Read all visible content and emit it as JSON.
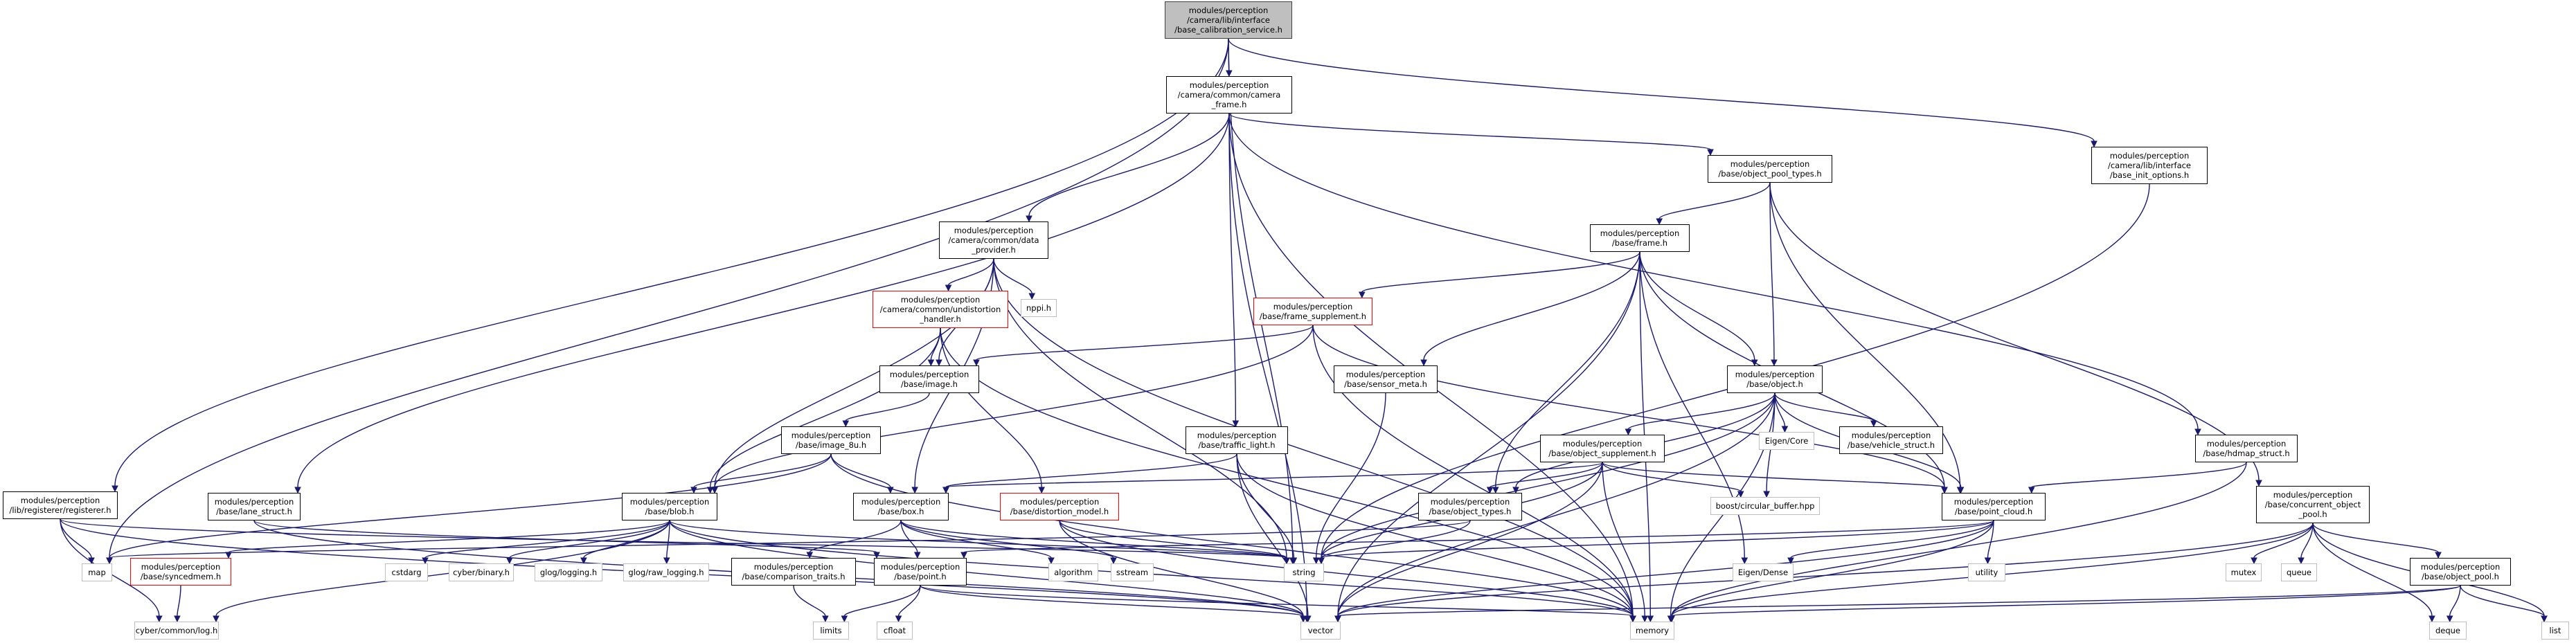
{
  "diagram": {
    "type": "include-dependency-graph",
    "colors": {
      "edge": "#191970",
      "root_fill": "#bfbfbf",
      "documented_border": "#000000",
      "missing_doc_border": "#ff0000",
      "external_border": "#bfbfbf"
    },
    "nodes": {
      "root": {
        "lines": [
          "modules/perception",
          "/camera/lib/interface",
          "/base_calibration_service.h"
        ]
      },
      "camera_frame": {
        "lines": [
          "modules/perception",
          "/camera/common/camera",
          "_frame.h"
        ]
      },
      "object_pool_types": {
        "lines": [
          "modules/perception",
          "/base/object_pool_types.h"
        ]
      },
      "base_init_options": {
        "lines": [
          "modules/perception",
          "/camera/lib/interface",
          "/base_init_options.h"
        ]
      },
      "data_provider": {
        "lines": [
          "modules/perception",
          "/camera/common/data",
          "_provider.h"
        ]
      },
      "npp": {
        "lines": [
          "nppi.h"
        ]
      },
      "undistortion": {
        "lines": [
          "modules/perception",
          "/camera/common/undistortion",
          "_handler.h"
        ]
      },
      "frame": {
        "lines": [
          "modules/perception",
          "/base/frame.h"
        ]
      },
      "frame_supplement": {
        "lines": [
          "modules/perception",
          "/base/frame_supplement.h"
        ]
      },
      "image": {
        "lines": [
          "modules/perception",
          "/base/image.h"
        ]
      },
      "sensor_meta": {
        "lines": [
          "modules/perception",
          "/base/sensor_meta.h"
        ]
      },
      "object": {
        "lines": [
          "modules/perception",
          "/base/object.h"
        ]
      },
      "image_8u": {
        "lines": [
          "modules/perception",
          "/base/image_8u.h"
        ]
      },
      "traffic_light": {
        "lines": [
          "modules/perception",
          "/base/traffic_light.h"
        ]
      },
      "eigen_core": {
        "lines": [
          "Eigen/Core"
        ]
      },
      "vehicle_struct": {
        "lines": [
          "modules/perception",
          "/base/vehicle_struct.h"
        ]
      },
      "object_supplement": {
        "lines": [
          "modules/perception",
          "/base/object_supplement.h"
        ]
      },
      "hdmap_struct": {
        "lines": [
          "modules/perception",
          "/base/hdmap_struct.h"
        ]
      },
      "registerer": {
        "lines": [
          "modules/perception",
          "/lib/registerer/registerer.h"
        ]
      },
      "lane_struct": {
        "lines": [
          "modules/perception",
          "/base/lane_struct.h"
        ]
      },
      "blob": {
        "lines": [
          "modules/perception",
          "/base/blob.h"
        ]
      },
      "box": {
        "lines": [
          "modules/perception",
          "/base/box.h"
        ]
      },
      "distortion_model": {
        "lines": [
          "modules/perception",
          "/base/distortion_model.h"
        ]
      },
      "object_types": {
        "lines": [
          "modules/perception",
          "/base/object_types.h"
        ]
      },
      "circular_buffer": {
        "lines": [
          "boost/circular_buffer.hpp"
        ]
      },
      "point_cloud": {
        "lines": [
          "modules/perception",
          "/base/point_cloud.h"
        ]
      },
      "concurrent_pool": {
        "lines": [
          "modules/perception",
          "/base/concurrent_object",
          "_pool.h"
        ]
      },
      "map": {
        "lines": [
          "map"
        ]
      },
      "syncedmem": {
        "lines": [
          "modules/perception",
          "/base/syncedmem.h"
        ]
      },
      "cstdarg": {
        "lines": [
          "cstdarg"
        ]
      },
      "cyber_binary": {
        "lines": [
          "cyber/binary.h"
        ]
      },
      "glog_logging": {
        "lines": [
          "glog/logging.h"
        ]
      },
      "glog_raw": {
        "lines": [
          "glog/raw_logging.h"
        ]
      },
      "comparison_traits": {
        "lines": [
          "modules/perception",
          "/base/comparison_traits.h"
        ]
      },
      "point": {
        "lines": [
          "modules/perception",
          "/base/point.h"
        ]
      },
      "algorithm": {
        "lines": [
          "algorithm"
        ]
      },
      "sstream": {
        "lines": [
          "sstream"
        ]
      },
      "string": {
        "lines": [
          "string"
        ]
      },
      "eigen_dense": {
        "lines": [
          "Eigen/Dense"
        ]
      },
      "utility": {
        "lines": [
          "utility"
        ]
      },
      "mutex": {
        "lines": [
          "mutex"
        ]
      },
      "queue": {
        "lines": [
          "queue"
        ]
      },
      "object_pool": {
        "lines": [
          "modules/perception",
          "/base/object_pool.h"
        ]
      },
      "cyber_log": {
        "lines": [
          "cyber/common/log.h"
        ]
      },
      "limits": {
        "lines": [
          "limits"
        ]
      },
      "cfloat": {
        "lines": [
          "cfloat"
        ]
      },
      "vector": {
        "lines": [
          "vector"
        ]
      },
      "memory": {
        "lines": [
          "memory"
        ]
      },
      "deque": {
        "lines": [
          "deque"
        ]
      },
      "list": {
        "lines": [
          "list"
        ]
      }
    },
    "edges": [
      [
        "root",
        "camera_frame"
      ],
      [
        "root",
        "registerer"
      ],
      [
        "root",
        "map"
      ],
      [
        "root",
        "base_init_options"
      ],
      [
        "root",
        "string"
      ],
      [
        "camera_frame",
        "data_provider"
      ],
      [
        "camera_frame",
        "object_pool_types"
      ],
      [
        "camera_frame",
        "traffic_light"
      ],
      [
        "camera_frame",
        "lane_struct"
      ],
      [
        "camera_frame",
        "hdmap_struct"
      ],
      [
        "camera_frame",
        "vector"
      ],
      [
        "camera_frame",
        "memory"
      ],
      [
        "object_pool_types",
        "frame"
      ],
      [
        "object_pool_types",
        "object"
      ],
      [
        "object_pool_types",
        "point_cloud"
      ],
      [
        "object_pool_types",
        "concurrent_pool"
      ],
      [
        "base_init_options",
        "string"
      ],
      [
        "data_provider",
        "npp"
      ],
      [
        "data_provider",
        "undistortion"
      ],
      [
        "data_provider",
        "image"
      ],
      [
        "data_provider",
        "blob"
      ],
      [
        "data_provider",
        "box"
      ],
      [
        "data_provider",
        "string"
      ],
      [
        "data_provider",
        "memory"
      ],
      [
        "undistortion",
        "image"
      ],
      [
        "undistortion",
        "blob"
      ],
      [
        "undistortion",
        "distortion_model"
      ],
      [
        "undistortion",
        "memory"
      ],
      [
        "frame",
        "frame_supplement"
      ],
      [
        "frame",
        "sensor_meta"
      ],
      [
        "frame",
        "object"
      ],
      [
        "frame",
        "object_types"
      ],
      [
        "frame",
        "point_cloud"
      ],
      [
        "frame",
        "eigen_dense"
      ],
      [
        "frame",
        "vector"
      ],
      [
        "frame",
        "memory"
      ],
      [
        "frame_supplement",
        "image"
      ],
      [
        "frame_supplement",
        "blob"
      ],
      [
        "frame_supplement",
        "point_cloud"
      ],
      [
        "frame_supplement",
        "memory"
      ],
      [
        "image",
        "image_8u"
      ],
      [
        "image_8u",
        "blob"
      ],
      [
        "image_8u",
        "box"
      ],
      [
        "image_8u",
        "map"
      ],
      [
        "image_8u",
        "memory"
      ],
      [
        "sensor_meta",
        "string"
      ],
      [
        "object",
        "object_supplement"
      ],
      [
        "object",
        "object_types"
      ],
      [
        "object",
        "eigen_core"
      ],
      [
        "object",
        "vehicle_struct"
      ],
      [
        "object",
        "circular_buffer"
      ],
      [
        "object",
        "point_cloud"
      ],
      [
        "object",
        "string"
      ],
      [
        "object",
        "vector"
      ],
      [
        "object",
        "memory"
      ],
      [
        "traffic_light",
        "box"
      ],
      [
        "traffic_light",
        "string"
      ],
      [
        "traffic_light",
        "vector"
      ],
      [
        "traffic_light",
        "memory"
      ],
      [
        "object_supplement",
        "object_types"
      ],
      [
        "object_supplement",
        "box"
      ],
      [
        "object_supplement",
        "circular_buffer"
      ],
      [
        "object_supplement",
        "point_cloud"
      ],
      [
        "object_supplement",
        "string"
      ],
      [
        "object_supplement",
        "vector"
      ],
      [
        "object_supplement",
        "memory"
      ],
      [
        "hdmap_struct",
        "point_cloud"
      ],
      [
        "hdmap_struct",
        "memory"
      ],
      [
        "registerer",
        "map"
      ],
      [
        "registerer",
        "cyber_log"
      ],
      [
        "registerer",
        "string"
      ],
      [
        "registerer",
        "vector"
      ],
      [
        "lane_struct",
        "point"
      ],
      [
        "lane_struct",
        "vector"
      ],
      [
        "blob",
        "syncedmem"
      ],
      [
        "blob",
        "cstdarg"
      ],
      [
        "blob",
        "cyber_binary"
      ],
      [
        "blob",
        "glog_logging"
      ],
      [
        "blob",
        "glog_raw"
      ],
      [
        "blob",
        "string"
      ],
      [
        "blob",
        "vector"
      ],
      [
        "blob",
        "memory"
      ],
      [
        "blob",
        "cyber_log"
      ],
      [
        "box",
        "comparison_traits"
      ],
      [
        "box",
        "point"
      ],
      [
        "box",
        "algorithm"
      ],
      [
        "box",
        "sstream"
      ],
      [
        "box",
        "string"
      ],
      [
        "distortion_model",
        "string"
      ],
      [
        "distortion_model",
        "vector"
      ],
      [
        "distortion_model",
        "memory"
      ],
      [
        "object_types",
        "map"
      ],
      [
        "object_types",
        "string"
      ],
      [
        "point_cloud",
        "point"
      ],
      [
        "point_cloud",
        "eigen_dense"
      ],
      [
        "point_cloud",
        "utility"
      ],
      [
        "point_cloud",
        "string"
      ],
      [
        "point_cloud",
        "vector"
      ],
      [
        "point_cloud",
        "memory"
      ],
      [
        "concurrent_pool",
        "mutex"
      ],
      [
        "concurrent_pool",
        "queue"
      ],
      [
        "concurrent_pool",
        "object_pool"
      ],
      [
        "concurrent_pool",
        "vector"
      ],
      [
        "concurrent_pool",
        "memory"
      ],
      [
        "concurrent_pool",
        "list"
      ],
      [
        "concurrent_pool",
        "deque"
      ],
      [
        "syncedmem",
        "cyber_log"
      ],
      [
        "comparison_traits",
        "limits"
      ],
      [
        "point",
        "limits"
      ],
      [
        "point",
        "cfloat"
      ],
      [
        "point",
        "vector"
      ],
      [
        "point",
        "memory"
      ],
      [
        "object_pool",
        "deque"
      ],
      [
        "object_pool",
        "list"
      ],
      [
        "object_pool",
        "memory"
      ],
      [
        "object_pool",
        "vector"
      ]
    ]
  }
}
